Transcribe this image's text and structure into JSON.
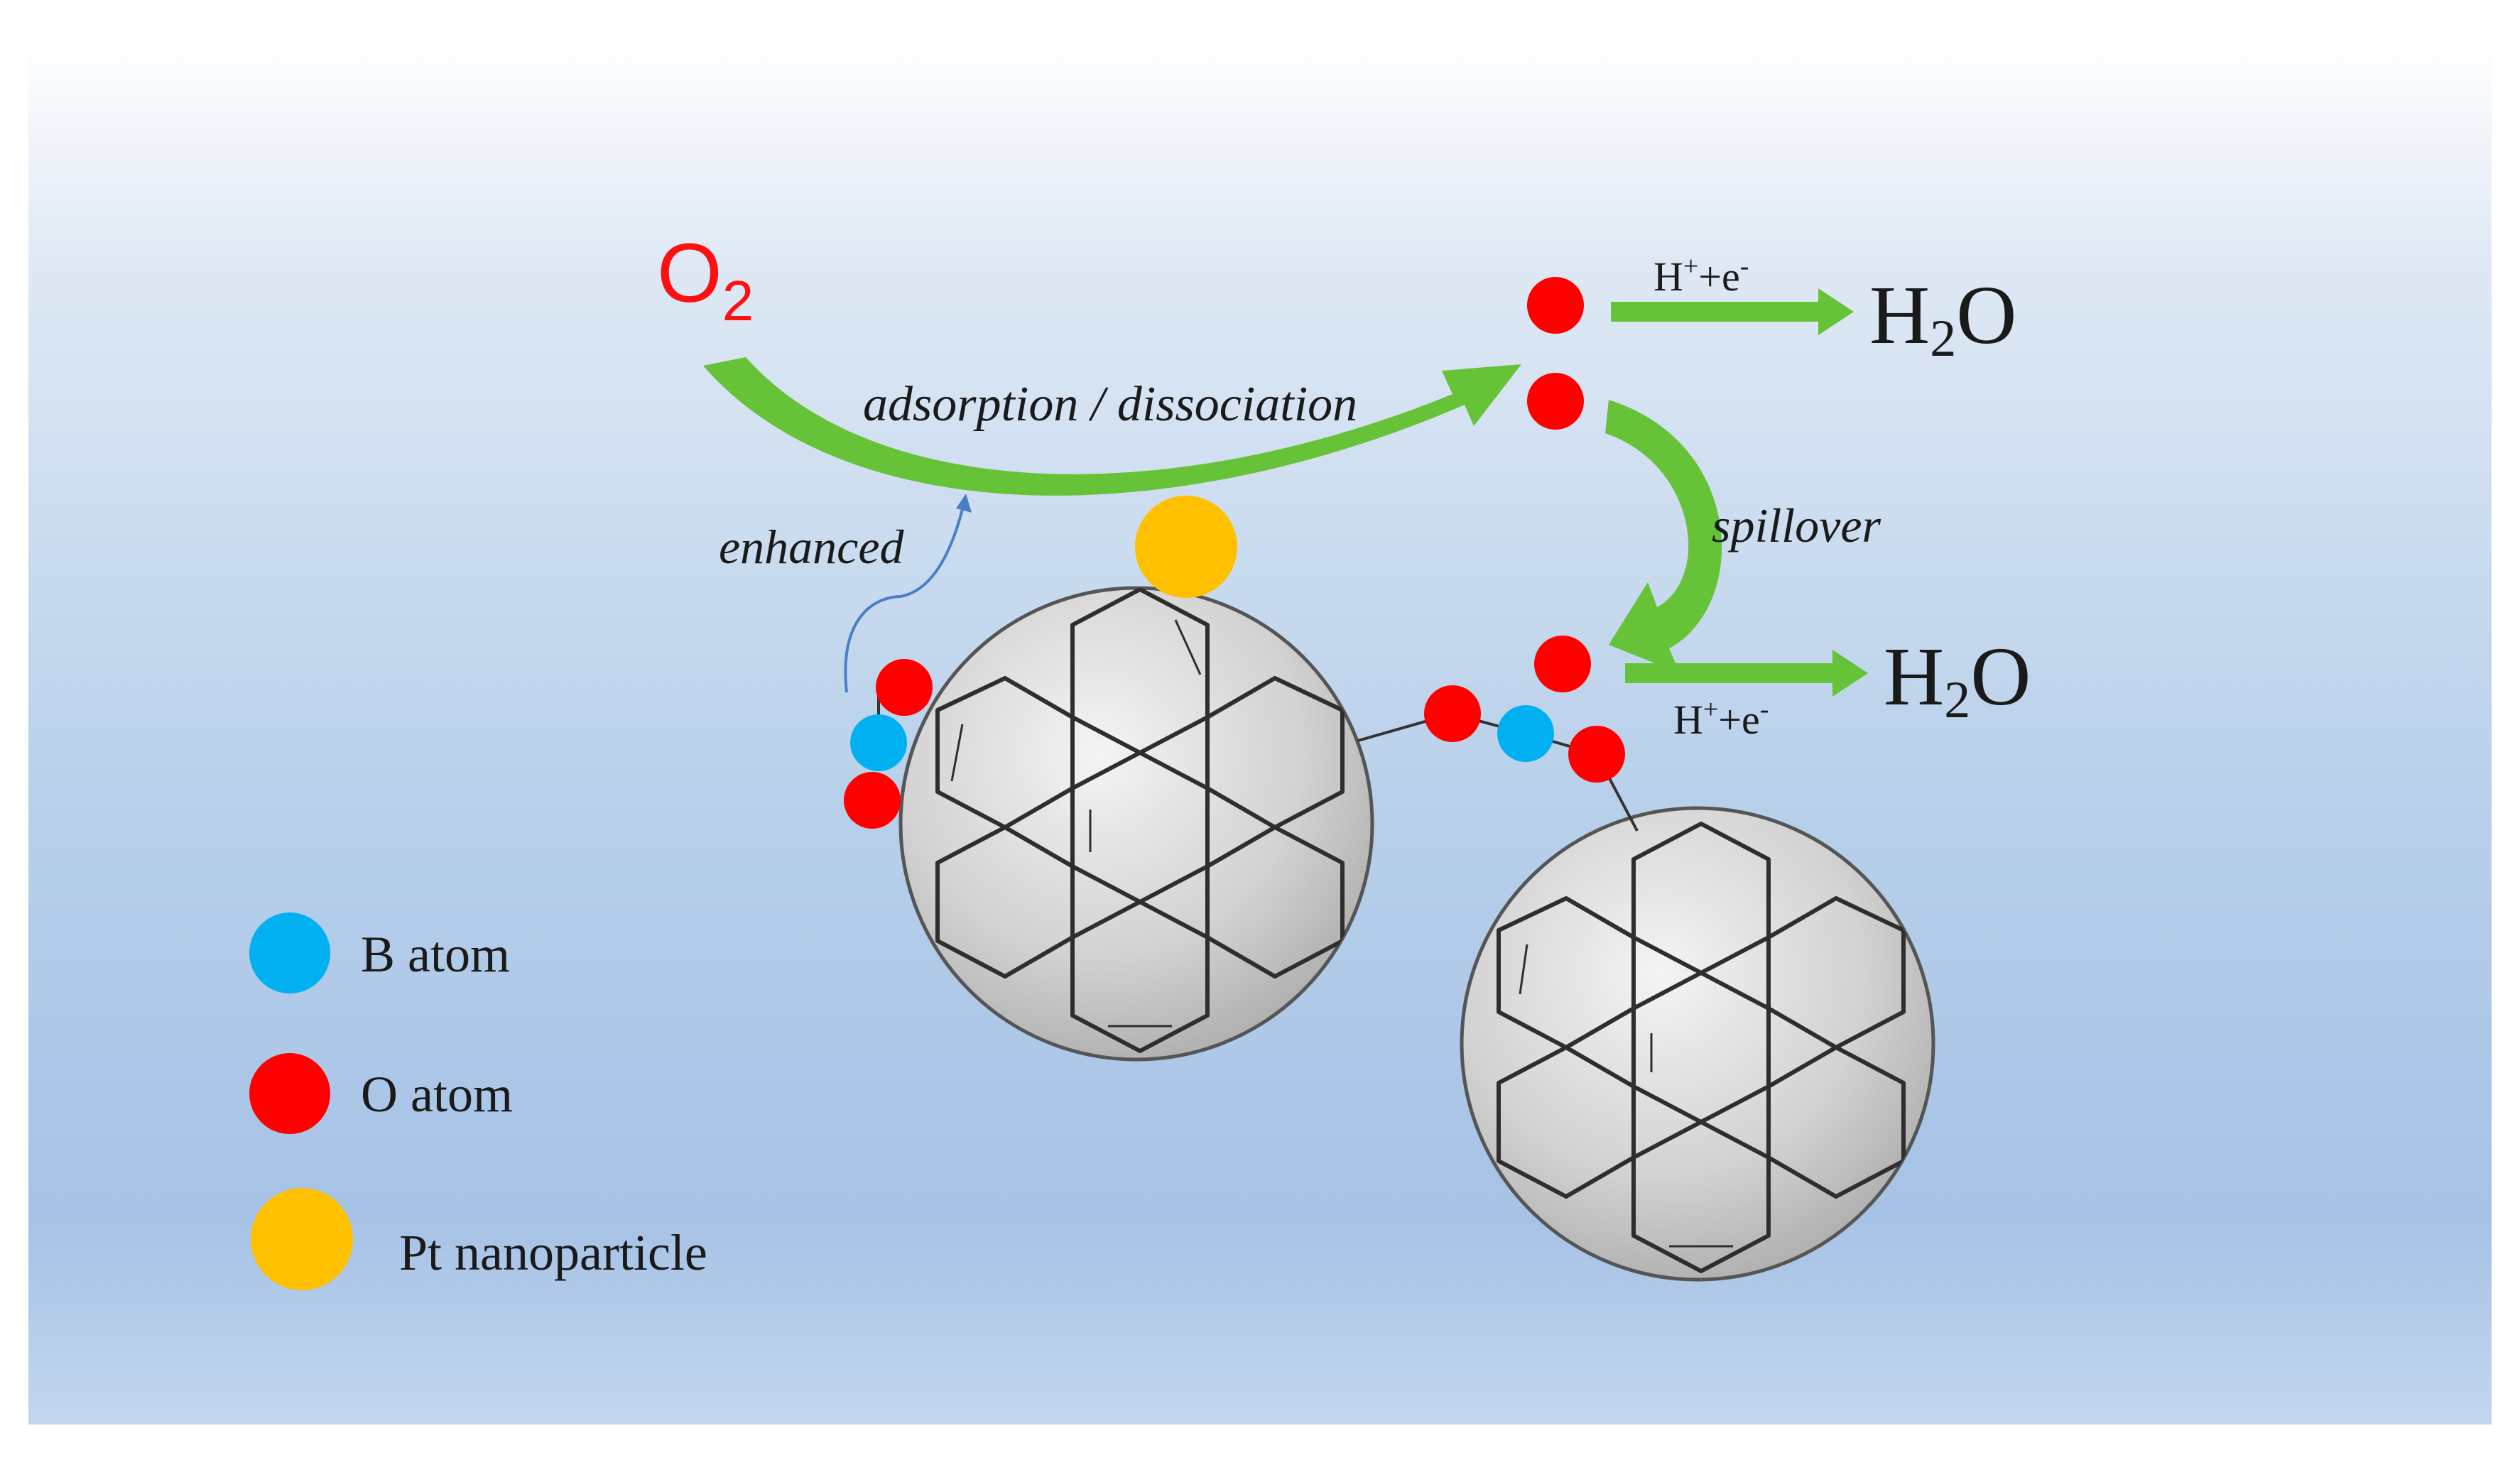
{
  "colors": {
    "b_atom": "#00b0f0",
    "o_atom": "#ff0000",
    "pt_nanoparticle": "#ffc000",
    "arrow": "#66c236",
    "graphene": "#d4d4d4"
  },
  "molecule": {
    "o2_main": "O",
    "o2_sub": "2"
  },
  "steps": {
    "adsorption": "adsorption / dissociation",
    "enhanced": "enhanced",
    "spillover": "spillover"
  },
  "products": {
    "top": {
      "hpe_h": "H",
      "hpe_plus": "+",
      "hpe_mid": "+e",
      "hpe_minus": "-",
      "h2o_h": "H",
      "h2o_sub": "2",
      "h2o_o": "O"
    },
    "bottom": {
      "hpe_h": "H",
      "hpe_plus": "+",
      "hpe_mid": "+e",
      "hpe_minus": "-",
      "h2o_h": "H",
      "h2o_sub": "2",
      "h2o_o": "O"
    }
  },
  "legend": {
    "b_atom": "B atom",
    "o_atom": "O atom",
    "pt": "Pt nanoparticle"
  }
}
